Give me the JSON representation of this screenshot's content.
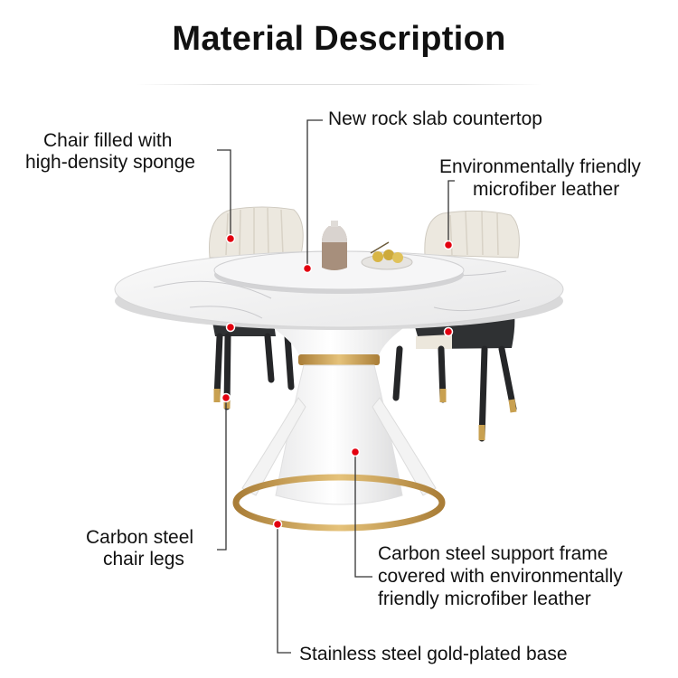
{
  "title": "Material Description",
  "callouts": {
    "countertop": "New rock slab countertop",
    "sponge_line1": "Chair filled with",
    "sponge_line2": "high-density sponge",
    "leather_line1": "Environmentally friendly",
    "leather_line2": "microfiber leather",
    "legs_line1": "Carbon steel",
    "legs_line2": "chair legs",
    "frame_line1": "Carbon steel support frame",
    "frame_line2": "covered with environmentally",
    "frame_line3": "friendly microfiber leather",
    "base": "Stainless steel gold-plated base"
  },
  "colors": {
    "marker": "#e3000f",
    "gold": "#c8a050",
    "leader": "#333333",
    "marble": "#f1f1f2",
    "chair_dark": "#2f3133",
    "cushion": "#ece7dc"
  }
}
